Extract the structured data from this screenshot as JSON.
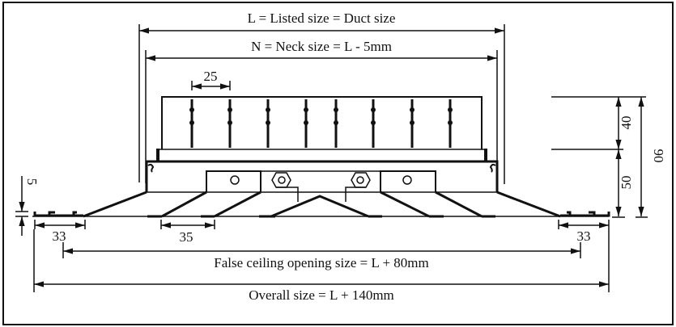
{
  "diagram": {
    "title": "Ceiling diffuser dimensional drawing",
    "labels": {
      "listed_size": "L = Listed size = Duct size",
      "neck_size": "N = Neck size = L - 5mm",
      "blade_pitch": "25",
      "height_upper": "40",
      "height_lower": "50",
      "height_total": "90",
      "flange_thickness": "5",
      "flange_left": "33",
      "flange_right": "33",
      "cone_step": "35",
      "ceiling_opening": "False ceiling opening size = L + 80mm",
      "overall_size": "Overall size = L + 140mm"
    }
  }
}
